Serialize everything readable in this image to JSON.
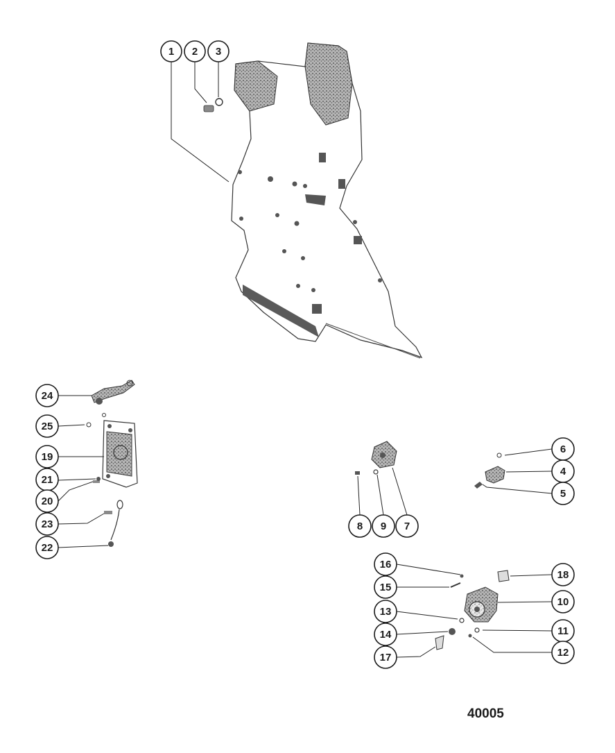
{
  "drawing_number": "40005",
  "callouts": [
    {
      "label": "1"
    },
    {
      "label": "2"
    },
    {
      "label": "3"
    },
    {
      "label": "24"
    },
    {
      "label": "25"
    },
    {
      "label": "19"
    },
    {
      "label": "21"
    },
    {
      "label": "20"
    },
    {
      "label": "23"
    },
    {
      "label": "22"
    },
    {
      "label": "6"
    },
    {
      "label": "4"
    },
    {
      "label": "5"
    },
    {
      "label": "8"
    },
    {
      "label": "9"
    },
    {
      "label": "7"
    },
    {
      "label": "16"
    },
    {
      "label": "15"
    },
    {
      "label": "13"
    },
    {
      "label": "14"
    },
    {
      "label": "17"
    },
    {
      "label": "18"
    },
    {
      "label": "10"
    },
    {
      "label": "11"
    },
    {
      "label": "12"
    }
  ],
  "colors": {
    "ink": "#1a1a1a",
    "paper": "#ffffff",
    "stipple": "#7a7a7a"
  }
}
